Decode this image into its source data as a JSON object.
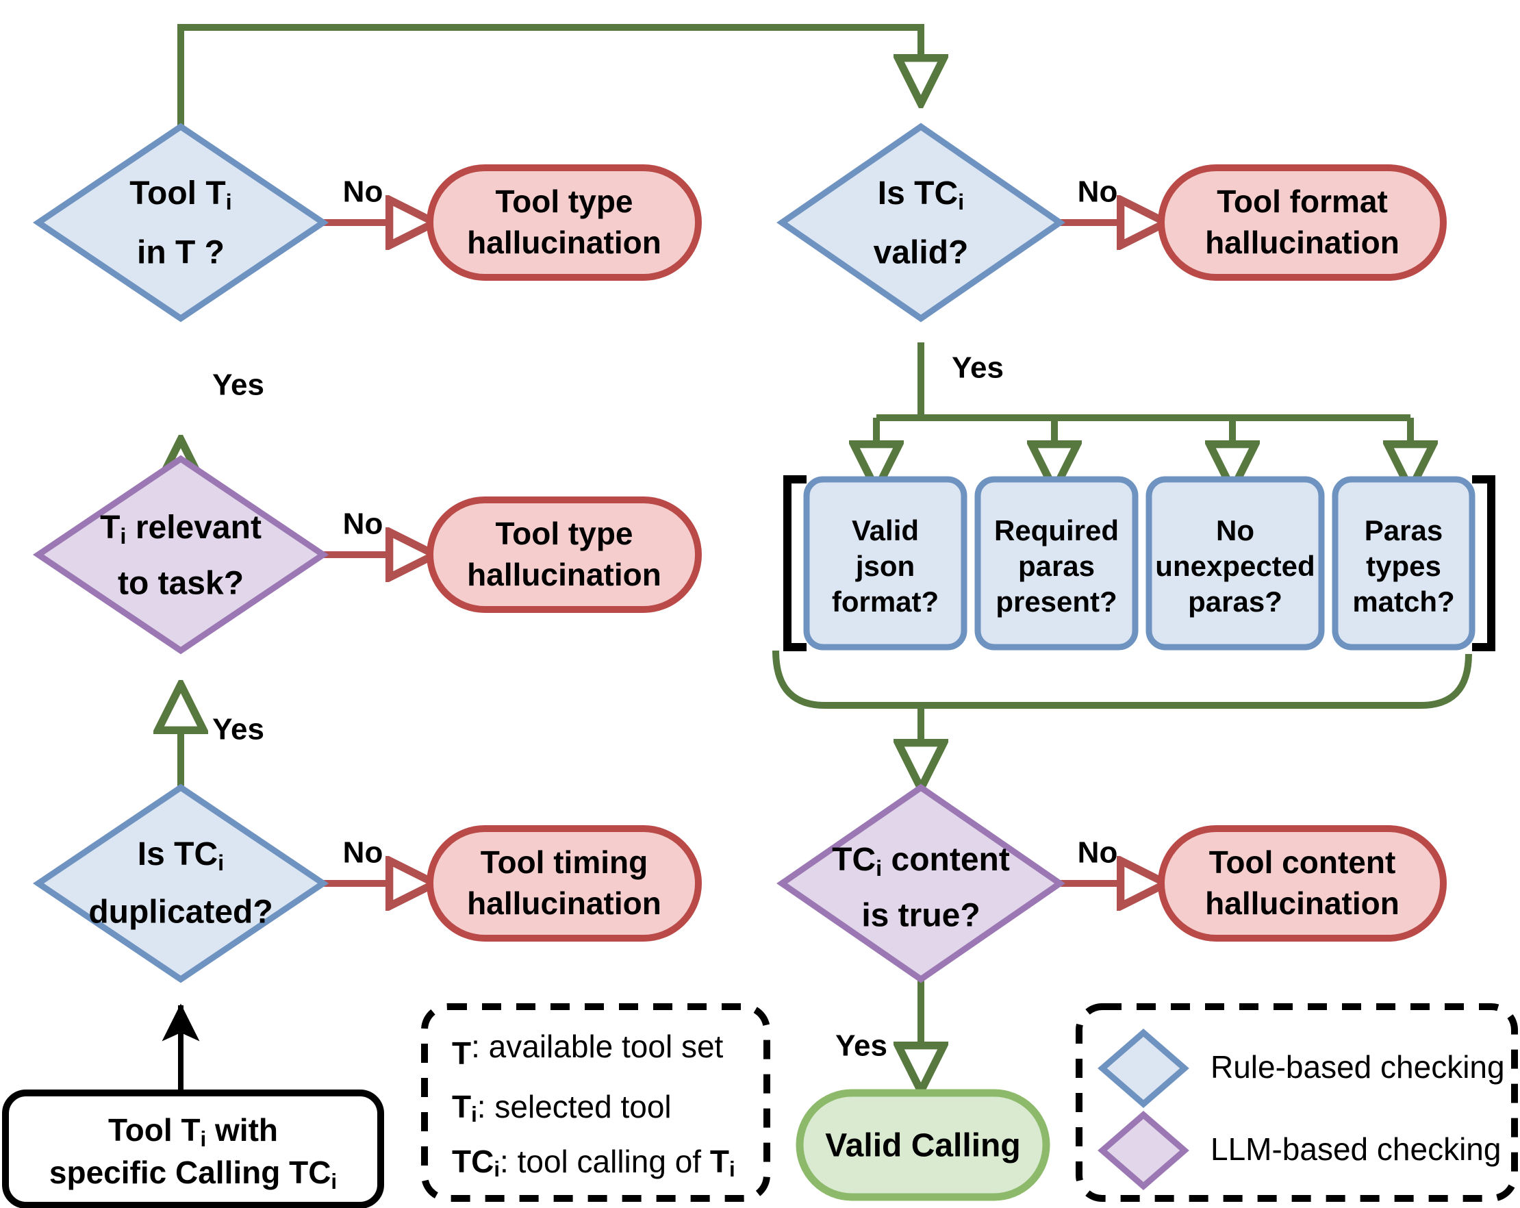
{
  "colors": {
    "rule_border": "#6f93c0",
    "rule_fill": "#dce6f3",
    "llm_border": "#9b77b3",
    "llm_fill": "#e2d6ea",
    "error_border": "#b94a48",
    "error_fill": "#f5cdcd",
    "valid_border": "#8cba6a",
    "valid_fill": "#d9ead0",
    "flow_green": "#57793f",
    "flow_red": "#b1504e",
    "black": "#000000"
  },
  "nodes": {
    "start": {
      "line1": "Tool T",
      "sub1": "i",
      "line1b": " with",
      "line2": "specific Calling TC",
      "sub2": "i"
    },
    "tool_in_t": {
      "line1": "Tool T",
      "sub1": "i",
      "line2": "in T ?"
    },
    "relevant": {
      "line1a": "T",
      "sub1": "i",
      "line1b": " relevant",
      "line2": "to task?"
    },
    "duplicated": {
      "line1": "Is TC",
      "sub1": "i",
      "line2": "duplicated?"
    },
    "tc_valid": {
      "line1": "Is TC",
      "sub1": "i",
      "line2": "valid?"
    },
    "tc_content": {
      "line1a": "TC",
      "sub1": "i",
      "line1b": " content",
      "line2": "is true?"
    },
    "err_type_1": {
      "line1": "Tool type",
      "line2": "hallucination"
    },
    "err_type_2": {
      "line1": "Tool type",
      "line2": "hallucination"
    },
    "err_timing": {
      "line1": "Tool timing",
      "line2": "hallucination"
    },
    "err_format": {
      "line1": "Tool format",
      "line2": "hallucination"
    },
    "err_content": {
      "line1": "Tool content",
      "line2": "hallucination"
    },
    "valid_calling": {
      "label": "Valid Calling"
    }
  },
  "checks": [
    {
      "l1": "Valid",
      "l2": "json",
      "l3": "format?"
    },
    {
      "l1": "Required",
      "l2": "paras",
      "l3": "present?"
    },
    {
      "l1": "No",
      "l2": "unexpected",
      "l3": "paras?"
    },
    {
      "l1": "Paras",
      "l2": "types",
      "l3": "match?"
    }
  ],
  "edge_labels": {
    "no_1": "No",
    "no_2": "No",
    "no_3": "No",
    "no_4": "No",
    "no_5": "No",
    "yes_1": "Yes",
    "yes_2": "Yes",
    "yes_3": "Yes",
    "yes_4": "Yes"
  },
  "notation_legend": {
    "items": [
      {
        "sym": "T",
        "sub": "",
        "desc": ": available tool set",
        "tail": "",
        "tailsub": ""
      },
      {
        "sym": "T",
        "sub": "i",
        "desc": ": selected tool",
        "tail": "",
        "tailsub": ""
      },
      {
        "sym": "TC",
        "sub": "i",
        "desc": ": tool calling of ",
        "tail": "T",
        "tailsub": "i"
      }
    ]
  },
  "method_legend": {
    "items": [
      {
        "label": "Rule-based checking",
        "swatch": "rule"
      },
      {
        "label": "LLM-based checking",
        "swatch": "llm"
      }
    ]
  }
}
